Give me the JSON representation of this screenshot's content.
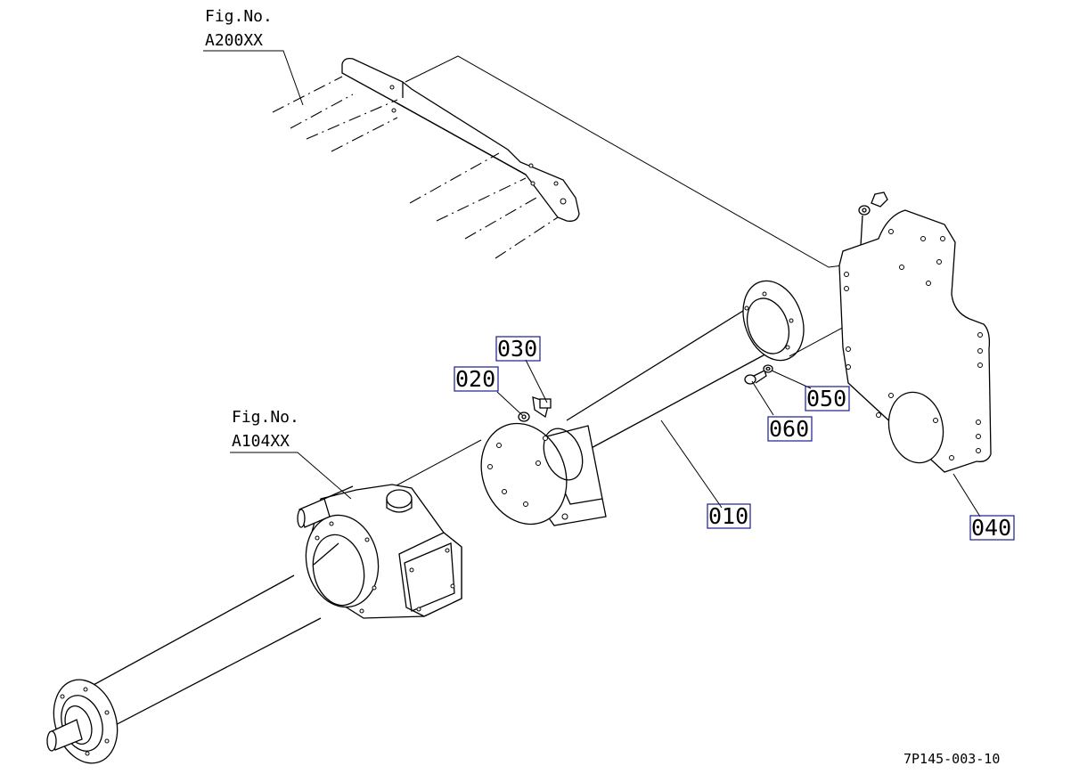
{
  "figure_refs": [
    {
      "line1": "Fig.No.",
      "line2": "A200XX"
    },
    {
      "line1": "Fig.No.",
      "line2": "A104XX"
    }
  ],
  "parts": [
    "010",
    "020",
    "030",
    "040",
    "050",
    "060"
  ],
  "drawing_code": "7P145-003-10",
  "colors": {
    "ink": "#000000",
    "label_box": "#1a1a8c",
    "background": "#ffffff"
  }
}
